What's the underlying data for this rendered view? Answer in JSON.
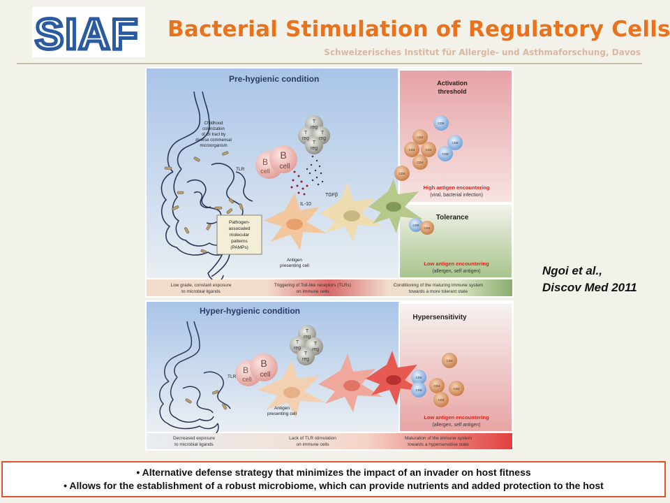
{
  "header": {
    "logo_text": "SIAF",
    "title": "Bacterial Stimulation of Regulatory Cells",
    "subtitle": "Schweizerisches Institut für Allergie- und Asthmaforschung, Davos"
  },
  "colors": {
    "title": "#e8731c",
    "logo": "#2a5aa0",
    "box_border": "#e0502a"
  },
  "panel_top": {
    "heading": "Pre-hygienic condition",
    "colonization_lines": [
      "Childhood",
      "colonization",
      "of GI tract by",
      "diverse commensal",
      "microorganism"
    ],
    "tlr": "TLR",
    "b_cell": [
      "B",
      "cell"
    ],
    "treg": [
      "T",
      "reg"
    ],
    "tgfb": "TGFβ",
    "il10": "IL-10",
    "pamps_lines": [
      "Pathogen-",
      "associated",
      "molecular",
      "patterns",
      "(PAMPs)"
    ],
    "apc_lines": [
      "Antigen",
      "presenting cell"
    ],
    "activation_lines": [
      "Activation",
      "threshold"
    ],
    "cd4": "CD4",
    "cd8": "CD8",
    "high_antigen": "High antigen encountering",
    "high_antigen_sub": "(viral, bacterial infection)",
    "tolerance": "Tolerance",
    "low_antigen": "Low antigen encountering",
    "low_antigen_sub": "(allergen, self antigen)",
    "footer": [
      [
        "Low grade, constant exposure",
        "to microbial ligands"
      ],
      [
        "Triggering of Toll-like receptors (TLRs)",
        "on immune cells"
      ],
      [
        "Conditioning of the maturing immune system",
        "towards a more tolerant state"
      ]
    ]
  },
  "panel_bottom": {
    "heading": "Hyper-hygienic condition",
    "hypersensitivity": "Hypersensitivity",
    "apc_lines": [
      "Antigen",
      "presenting cell"
    ],
    "low_antigen": "Low antigen encountering",
    "low_antigen_sub": "(allergen, self antigen)",
    "footer": [
      [
        "Decreased exposure",
        "to microbial ligands"
      ],
      [
        "Lack of TLR stimulation",
        "on immune cells"
      ],
      [
        "Maturation of the immune system",
        "towards a hypersensitive state"
      ]
    ]
  },
  "citation": {
    "line1": "Ngoi et al.,",
    "line2": "Discov Med 2011"
  },
  "bullets": [
    "• Alternative defense strategy that minimizes the impact of an invader on host fitness",
    "• Allows for the establishment of a robust microbiome, which can provide nutrients and added protection to the host"
  ]
}
